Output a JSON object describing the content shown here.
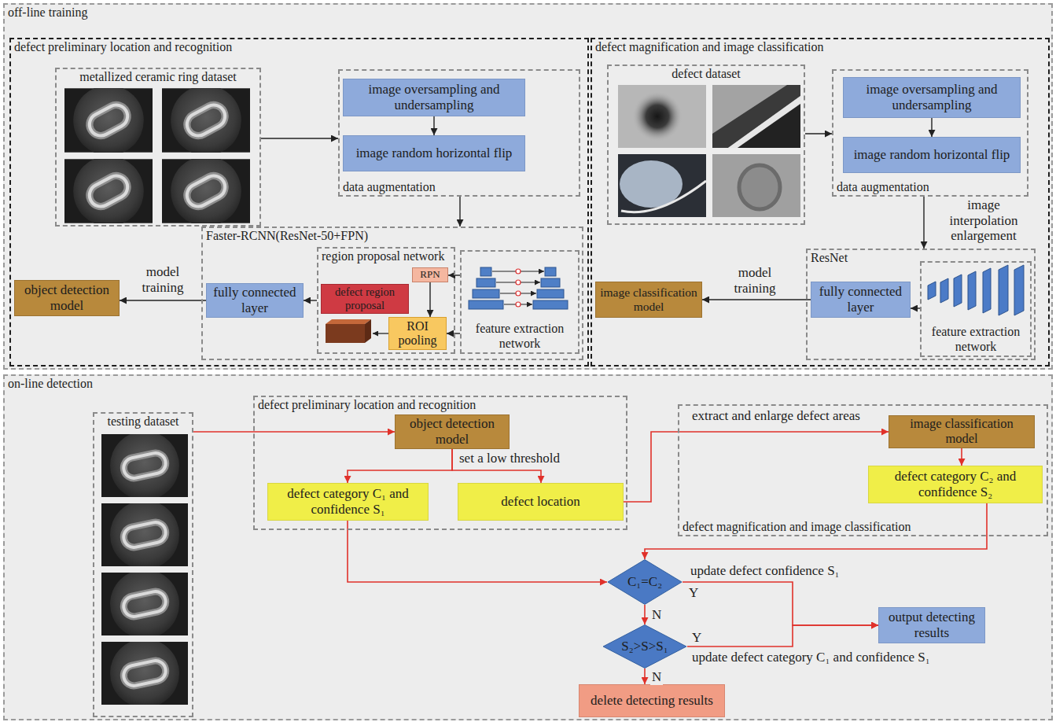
{
  "diagram": {
    "nodes": [
      {
        "text": [
          "off-line training"
        ]
      },
      {
        "text": [
          "defect preliminary location and recognition"
        ],
        "in": 0
      },
      {
        "text": [
          "metallized ceramic ring dataset"
        ],
        "in": 1
      },
      {
        "text": [
          "data augmentation"
        ],
        "in": 1
      },
      {
        "text": [
          "image oversampling and undersampling"
        ],
        "in": 3
      },
      {
        "text": [
          "image random horizontal flip"
        ],
        "in": 3
      },
      {
        "text": [
          "Faster-RCNN(ResNet-50+FPN)"
        ],
        "in": 1
      },
      {
        "text": [
          "region proposal network"
        ],
        "in": 6
      },
      {
        "text": [
          "RPN"
        ],
        "in": 7
      },
      {
        "text": [
          "defect region proposal"
        ],
        "in": 7
      },
      {
        "text": [
          "ROI pooling"
        ],
        "in": 7
      },
      {
        "text": [
          "feature extraction network"
        ],
        "in": 6
      },
      {
        "text": [
          "fully connected layer"
        ],
        "in": 6
      },
      {
        "text": [
          "object detection model"
        ],
        "in": 1
      },
      {
        "text": [
          "defect magnification and image classification"
        ],
        "in": 0
      },
      {
        "text": [
          "defect dataset"
        ],
        "in": 14
      },
      {
        "text": [
          "data augmentation"
        ],
        "in": 14
      },
      {
        "text": [
          "image oversampling and undersampling"
        ],
        "in": 16
      },
      {
        "text": [
          "image random horizontal flip"
        ],
        "in": 16
      },
      {
        "text": [
          "ResNet"
        ],
        "in": 14
      },
      {
        "text": [
          "fully connected layer"
        ],
        "in": 19
      },
      {
        "text": [
          "feature extraction network"
        ],
        "in": 19
      },
      {
        "text": [
          "image classification model"
        ],
        "in": 14
      },
      {
        "text": [
          "on-line detection"
        ]
      },
      {
        "text": [
          "testing dataset"
        ],
        "in": 23
      },
      {
        "text": [
          "defect preliminary location and recognition"
        ],
        "in": 23
      },
      {
        "text": [
          "object detection model"
        ],
        "in": 25
      },
      {
        "text": [
          "defect category C₁ and confidence S₁"
        ],
        "in": 25
      },
      {
        "text": [
          "defect location"
        ],
        "in": 25
      },
      {
        "text": [
          "defect magnification and image classification"
        ],
        "in": 23
      },
      {
        "text": [
          "image classification model"
        ],
        "in": 29
      },
      {
        "text": [
          "defect category C₂ and confidence S₂"
        ],
        "in": 29
      },
      {
        "text": [
          "C₁=C₂"
        ],
        "in": 23
      },
      {
        "text": [
          "S₂>S>S₁"
        ],
        "in": 23
      },
      {
        "text": [
          "output detecting results"
        ],
        "in": 23
      },
      {
        "text": [
          "delete detecting results"
        ],
        "in": 23
      }
    ],
    "edges": [
      {
        "from": 2,
        "to": 3,
        "arrow": "to"
      },
      {
        "from": 4,
        "to": 5,
        "arrow": "to"
      },
      {
        "from": 3,
        "to": 6,
        "arrow": "to"
      },
      {
        "from": 11,
        "to": 8,
        "arrow": "to"
      },
      {
        "from": 8,
        "to": 10,
        "arrow": "to"
      },
      {
        "from": 11,
        "to": 10,
        "arrow": "to"
      },
      {
        "from": 7,
        "to": 12,
        "arrow": "to"
      },
      {
        "from": 12,
        "to": 13,
        "label": "model training",
        "arrow": "to"
      },
      {
        "from": 15,
        "to": 16,
        "arrow": "to"
      },
      {
        "from": 17,
        "to": 18,
        "arrow": "to"
      },
      {
        "from": 16,
        "to": 19,
        "label": "image interpolation enlargement",
        "arrow": "to"
      },
      {
        "from": 21,
        "to": 20,
        "arrow": "to"
      },
      {
        "from": 20,
        "to": 22,
        "label": "model training",
        "arrow": "to"
      },
      {
        "from": 24,
        "to": 26,
        "arrow": "to"
      },
      {
        "from": 26,
        "to": 27,
        "arrow": "to"
      },
      {
        "from": 26,
        "to": 28,
        "arrow": "to"
      },
      {
        "from": 28,
        "to": 30,
        "arrow": "to"
      },
      {
        "from": 30,
        "to": 31,
        "arrow": "to"
      },
      {
        "from": 27,
        "to": 32,
        "arrow": "to"
      },
      {
        "from": 31,
        "to": 32,
        "arrow": "to"
      },
      {
        "from": 32,
        "to": 34,
        "label": "update defect confidence S₁",
        "arrow": "to"
      },
      {
        "from": 32,
        "to": 33,
        "label": "N",
        "arrow": "to"
      },
      {
        "from": 33,
        "to": 34,
        "label": "update defect category C₁ and confidence S₁",
        "arrow": "to"
      },
      {
        "from": 33,
        "to": 35,
        "label": "N",
        "arrow": "to"
      }
    ],
    "labels": [
      "set a low threshold",
      "extract and enlarge defect areas",
      "Y",
      "Y"
    ]
  }
}
